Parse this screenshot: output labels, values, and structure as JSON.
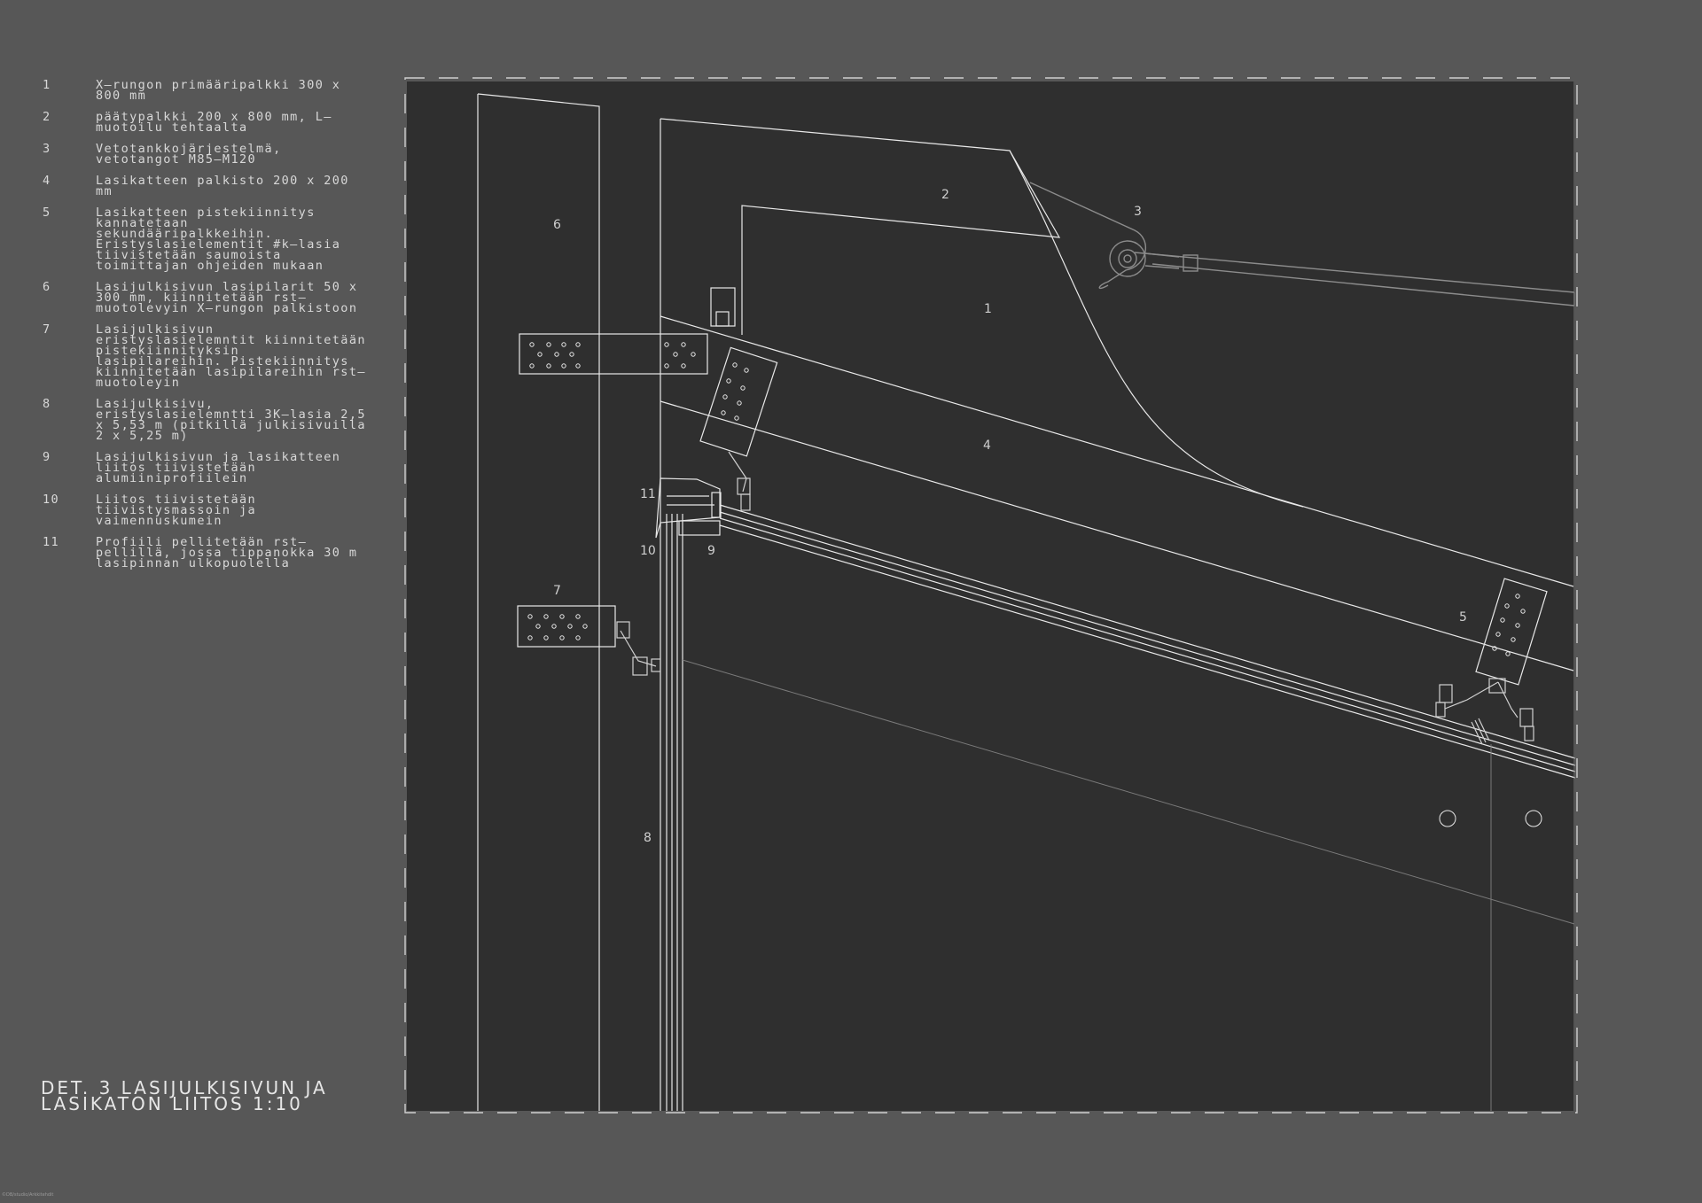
{
  "legend": [
    {
      "num": "1",
      "text": "X–rungon primääripalkki 300 x 800 mm"
    },
    {
      "num": "2",
      "text": "päätypalkki 200 x 800 mm, L–muotoilu tehtaalta"
    },
    {
      "num": "3",
      "text": "Vetotankkojärjestelmä, vetotangot M85–M120"
    },
    {
      "num": "4",
      "text": " Lasikatteen palkisto 200 x 200 mm"
    },
    {
      "num": "5",
      "text": "Lasikatteen pistekiinnitys kannatetaan sekundääripalkkeihin. Eristyslasielementit #k–lasia tiivistetään saumoista toimittajan ohjeiden mukaan"
    },
    {
      "num": "6",
      "text": "Lasijulkisivun lasipilarit 50 x 300 mm, kiinnitetään rst–muotolevyin X–rungon palkistoon"
    },
    {
      "num": "7",
      "text": "Lasijulkisivun eristyslasielemntit kiinnitetään pistekiinnityksin lasipilareihin. Pistekiinnitys kiinnitetään lasipilareihin rst–muotoleyin"
    },
    {
      "num": "8",
      "text": "Lasijulkisivu, eristyslasielemntti 3K–lasia 2,5 x 5,53 m     (pitkillä julkisivuilla 2 x 5,25 m)"
    },
    {
      "num": "9",
      "text": "Lasijulkisivun ja lasikatteen liitos tiivistetään alumiiniprofiilein"
    },
    {
      "num": "10",
      "text": "Liitos tiivistetään tiivistysmassoin ja vaimennuskumein"
    },
    {
      "num": "11",
      "text": "Profiili pellitetään rst–pellillä, jossa tippanokka 30 m lasipinnan ulkopuolella"
    }
  ],
  "title": {
    "line1": "DET. 3 LASIJULKISIVUN JA",
    "line2": "LASIKATON LIITOS 1:10"
  },
  "credit": "©DB/studio/Arkkitehdit",
  "labels": {
    "l1": "1",
    "l2": "2",
    "l3": "3",
    "l4": "4",
    "l5": "5",
    "l6": "6",
    "l7": "7",
    "l8": "8",
    "l9": "9",
    "l10": "10",
    "l11": "11"
  },
  "colors": {
    "page": "#575757",
    "panel": "#2f2f2f",
    "line": "#e8e8e8",
    "thin_line": "#8a8a8a",
    "text": "#d8d8d8"
  }
}
